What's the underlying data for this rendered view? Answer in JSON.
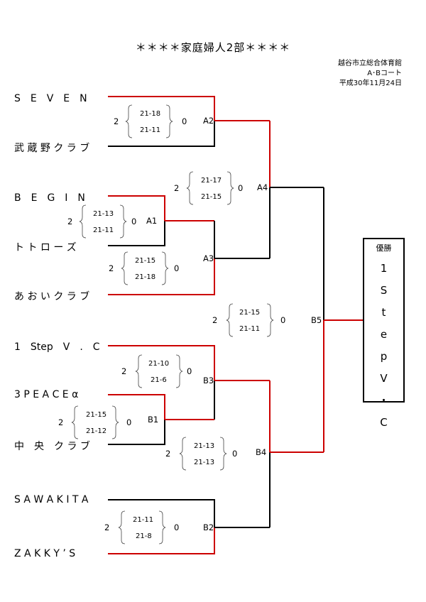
{
  "title": "＊＊＊＊家庭婦人2部＊＊＊＊",
  "venue": [
    "越谷市立総合体育館",
    "A･Bコート",
    "平成30年11月24日"
  ],
  "teams": [
    "S　E　V　E　N",
    "武 蔵 野 ク ラ ブ",
    "B　E　G　I　N",
    "ト ト ロ ー ズ",
    "あ お い ク ラ ブ",
    "1　Step　V　.　C",
    "3 P E A C E α",
    "中　央　ク ラ ブ",
    "S A W A K I T A",
    "Z A K K Y ’ S"
  ],
  "matches": [
    {
      "label": "A1",
      "win": "2",
      "sets": [
        "21-13",
        "21-11"
      ],
      "lose": "0"
    },
    {
      "label": "A2",
      "win": "2",
      "sets": [
        "21-18",
        "21-11"
      ],
      "lose": "0"
    },
    {
      "label": "A3",
      "win": "2",
      "sets": [
        "21-15",
        "21-18"
      ],
      "lose": "0"
    },
    {
      "label": "A4",
      "win": "2",
      "sets": [
        "21-17",
        "21-15"
      ],
      "lose": "0"
    },
    {
      "label": "B1",
      "win": "2",
      "sets": [
        "21-15",
        "21-12"
      ],
      "lose": "0"
    },
    {
      "label": "B2",
      "win": "2",
      "sets": [
        "21-11",
        "21-8"
      ],
      "lose": "0"
    },
    {
      "label": "B3",
      "win": "2",
      "sets": [
        "21-10",
        "21-6"
      ],
      "lose": "0"
    },
    {
      "label": "B4",
      "win": "2",
      "sets": [
        "21-13",
        "21-13"
      ],
      "lose": "0"
    },
    {
      "label": "B5",
      "win": "2",
      "sets": [
        "21-15",
        "21-11"
      ],
      "lose": "0"
    }
  ],
  "winner": {
    "label": "優勝",
    "name": "1\nS\nt\ne\np\nV\n・\nC"
  },
  "colors": {
    "win_line": "#cc0000",
    "lose_line": "#000000"
  }
}
